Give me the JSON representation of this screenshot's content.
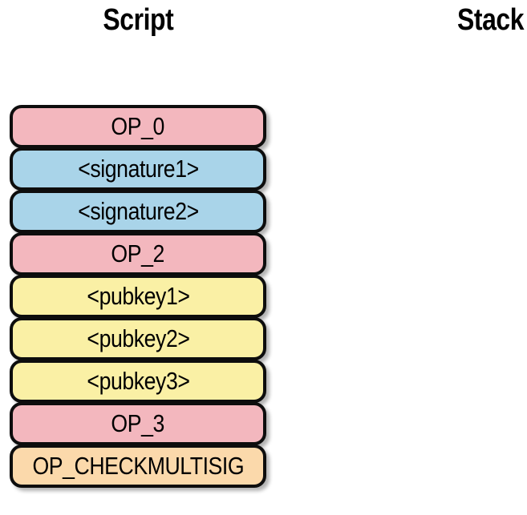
{
  "headers": {
    "script": "Script",
    "stack": "Stack"
  },
  "script": {
    "items": [
      {
        "label": "OP_0",
        "kind": "opcode",
        "color": "#F3B7BE"
      },
      {
        "label": "<signature1>",
        "kind": "signature",
        "color": "#A9D4E9"
      },
      {
        "label": "<signature2>",
        "kind": "signature",
        "color": "#A9D4E9"
      },
      {
        "label": "OP_2",
        "kind": "opcode",
        "color": "#F3B7BE"
      },
      {
        "label": "<pubkey1>",
        "kind": "pubkey",
        "color": "#FAF0A5"
      },
      {
        "label": "<pubkey2>",
        "kind": "pubkey",
        "color": "#FAF0A5"
      },
      {
        "label": "<pubkey3>",
        "kind": "pubkey",
        "color": "#FAF0A5"
      },
      {
        "label": "OP_3",
        "kind": "opcode",
        "color": "#F3B7BE"
      },
      {
        "label": "OP_CHECKMULTISIG",
        "kind": "operator",
        "color": "#FBD9AB"
      }
    ]
  },
  "stack": {
    "items": []
  },
  "colors": {
    "box_border": "#0D0D0D",
    "text": "#000000",
    "background": "#FFFFFF",
    "opcode_fill": "#F3B7BE",
    "signature_fill": "#A9D4E9",
    "pubkey_fill": "#FAF0A5",
    "operator_fill": "#FBD9AB"
  }
}
